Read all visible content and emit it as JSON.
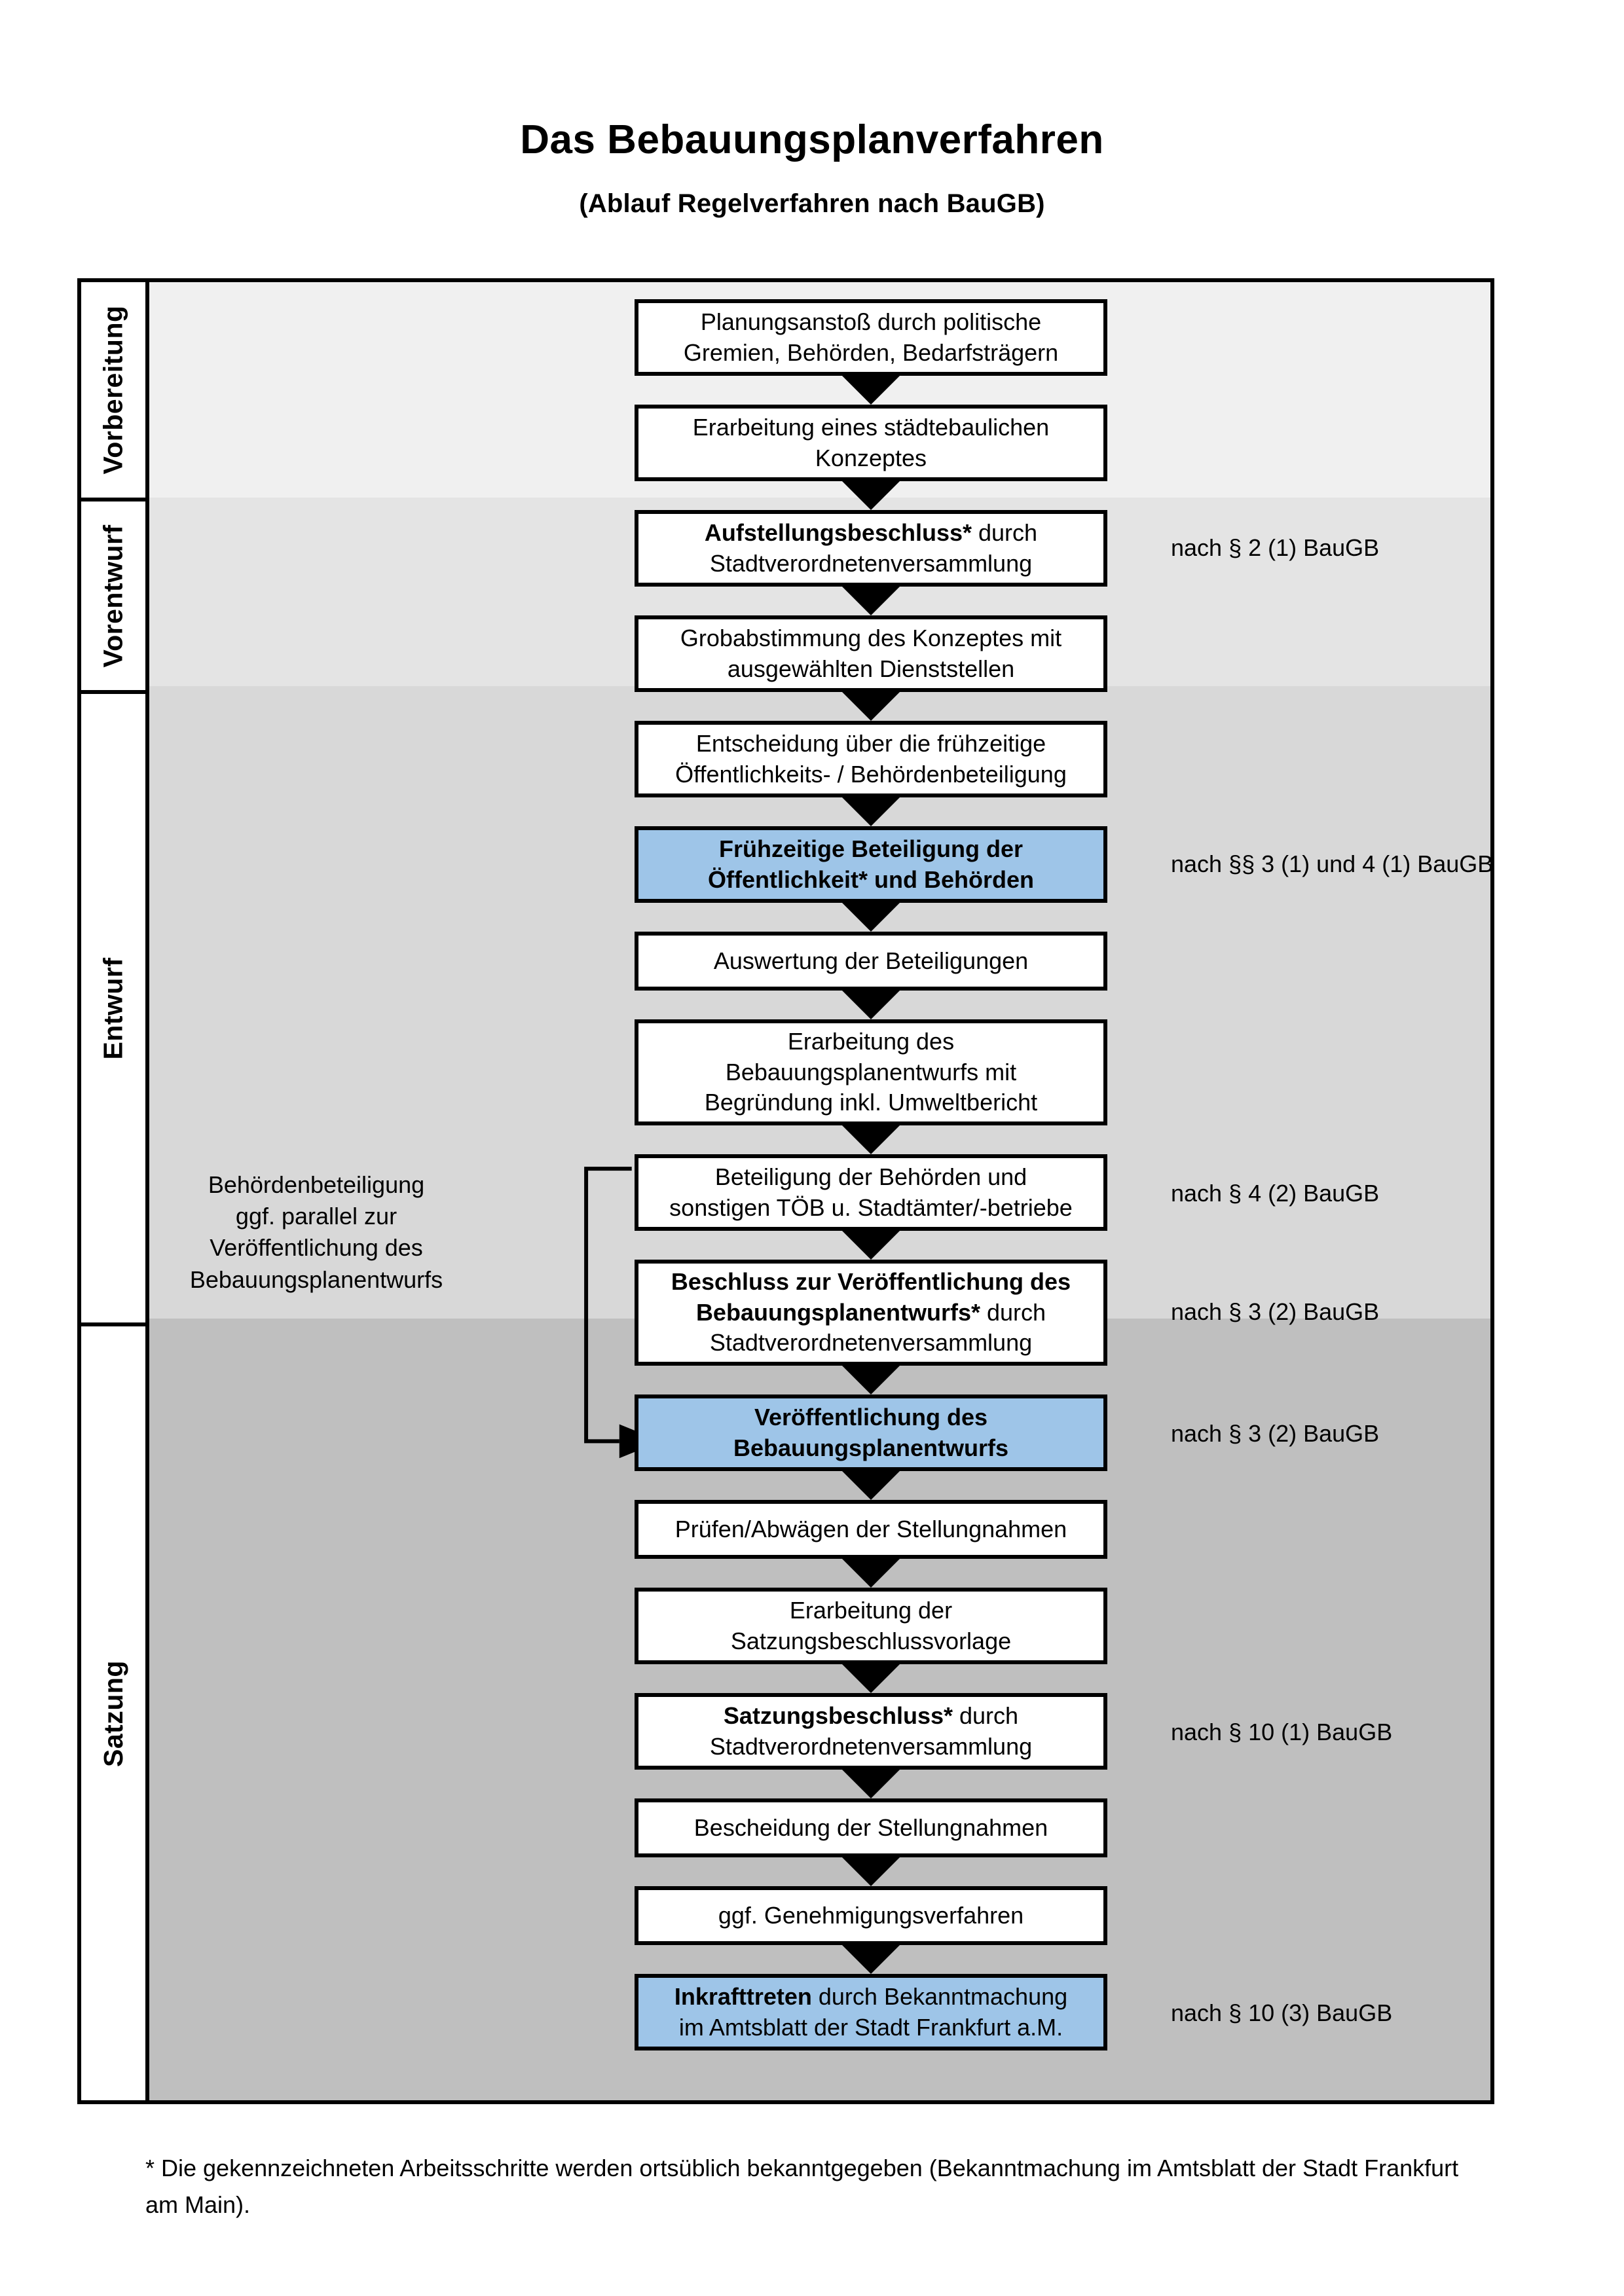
{
  "title": {
    "main": "Das Bebauungsplanverfahren",
    "subtitle": "(Ablauf Regelverfahren nach BauGB)"
  },
  "phases": [
    {
      "label": "Vorbereitung",
      "band_color": "#F0F0F0"
    },
    {
      "label": "Vorentwurf",
      "band_color": "#E4E4E4"
    },
    {
      "label": "Entwurf",
      "band_color": "#D8D8D8"
    },
    {
      "label": "Satzung",
      "band_color": "#BFBFBF"
    }
  ],
  "steps": [
    {
      "id": "planungsanstoss",
      "phase": "Vorbereitung",
      "line1": "Planungsanstoß durch politische",
      "line2": "Gremien, Behörden, Bedarfsträgern",
      "bold_prefix": "",
      "highlight": false
    },
    {
      "id": "konzept",
      "phase": "Vorbereitung",
      "line1": "Erarbeitung eines städtebaulichen",
      "line2": "Konzeptes",
      "bold_prefix": "",
      "highlight": false
    },
    {
      "id": "aufstellung",
      "phase": "Vorbereitung",
      "line1": "Aufstellungsbeschluss* durch",
      "line2": "Stadtverordnetenversammlung",
      "bold_prefix": "Aufstellungsbeschluss*",
      "highlight": false
    },
    {
      "id": "grobabstimmung",
      "phase": "Vorentwurf",
      "line1": "Grobabstimmung des Konzeptes mit",
      "line2": "ausgewählten Dienststellen",
      "bold_prefix": "",
      "highlight": false
    },
    {
      "id": "entscheidung",
      "phase": "Vorentwurf",
      "line1": "Entscheidung über die frühzeitige",
      "line2": "Öffentlichkeits- / Behördenbeteiligung",
      "bold_prefix": "",
      "highlight": false
    },
    {
      "id": "fruehbeteiligung",
      "phase": "Vorentwurf",
      "line1": "Frühzeitige Beteiligung der",
      "line2": "Öffentlichkeit* und Behörden",
      "bold_prefix": "ALL",
      "highlight": true
    },
    {
      "id": "auswertung",
      "phase": "Entwurf",
      "line1": "Auswertung der Beteiligungen",
      "line2": "",
      "bold_prefix": "",
      "highlight": false
    },
    {
      "id": "erarbeitung-bpe",
      "phase": "Entwurf",
      "line1": "Erarbeitung des",
      "line2": "Bebauungsplanentwurfs mit",
      "line3": "Begründung inkl. Umweltbericht",
      "bold_prefix": "",
      "highlight": false
    },
    {
      "id": "behoerden-toeb",
      "phase": "Entwurf",
      "line1": "Beteiligung der Behörden und",
      "line2": "sonstigen TÖB u. Stadtämter/-betriebe",
      "bold_prefix": "",
      "highlight": false
    },
    {
      "id": "beschluss-veroef",
      "phase": "Entwurf",
      "line1": "Beschluss zur Veröffentlichung des",
      "line2": "Bebauungsplanentwurfs* durch",
      "line3": "Stadtverordnetenversammlung",
      "bold_prefix": "Beschluss zur Veröffentlichung des Bebauungsplanentwurfs*",
      "highlight": false
    },
    {
      "id": "veroeffentlichung",
      "phase": "Entwurf",
      "line1": "Veröffentlichung des",
      "line2": "Bebauungsplanentwurfs",
      "bold_prefix": "ALL",
      "highlight": true
    },
    {
      "id": "pruefen-abwaegen",
      "phase": "Satzung",
      "line1": "Prüfen/Abwägen der Stellungnahmen",
      "line2": "",
      "bold_prefix": "",
      "highlight": false
    },
    {
      "id": "satzungsvorlage",
      "phase": "Satzung",
      "line1": "Erarbeitung der",
      "line2": "Satzungsbeschlussvorlage",
      "bold_prefix": "",
      "highlight": false
    },
    {
      "id": "satzungsbeschluss",
      "phase": "Satzung",
      "line1": "Satzungsbeschluss* durch",
      "line2": "Stadtverordnetenversammlung",
      "bold_prefix": "Satzungsbeschluss*",
      "highlight": false
    },
    {
      "id": "bescheidung",
      "phase": "Satzung",
      "line1": "Bescheidung der Stellungnahmen",
      "line2": "",
      "bold_prefix": "",
      "highlight": false
    },
    {
      "id": "genehmigung",
      "phase": "Satzung",
      "line1": "ggf. Genehmigungsverfahren",
      "line2": "",
      "bold_prefix": "",
      "highlight": false
    },
    {
      "id": "inkrafttreten",
      "phase": "Satzung",
      "line1": "Inkrafttreten durch Bekanntmachung",
      "line2": "im Amtsblatt der Stadt Frankfurt a.M.",
      "bold_prefix": "Inkrafttreten",
      "highlight": true
    }
  ],
  "references": [
    {
      "for": "aufstellung",
      "text": "nach § 2 (1) BauGB"
    },
    {
      "for": "fruehbeteiligung",
      "text": "nach §§ 3 (1) und 4 (1) BauGB"
    },
    {
      "for": "behoerden-toeb",
      "text": "nach § 4 (2) BauGB"
    },
    {
      "for": "beschluss-veroef",
      "text": "nach § 3 (2) BauGB"
    },
    {
      "for": "veroeffentlichung",
      "text": "nach § 3 (2) BauGB"
    },
    {
      "for": "satzungsbeschluss",
      "text": "nach § 10 (1) BauGB"
    },
    {
      "for": "inkrafttreten",
      "text": "nach § 10 (3) BauGB"
    }
  ],
  "side_note": {
    "line1": "Behördenbeteiligung",
    "line2": "ggf. parallel zur",
    "line3": "Veröffentlichung des",
    "line4": "Bebauungsplanentwurfs"
  },
  "footnote": {
    "text": "* Die gekennzeichneten Arbeitsschritte werden ortsüblich bekanntgegeben (Bekanntmachung im Amtsblatt  der Stadt Frankfurt am Main)."
  },
  "colors": {
    "highlight_blue": "#9EC5E8",
    "border_black": "#000000"
  }
}
